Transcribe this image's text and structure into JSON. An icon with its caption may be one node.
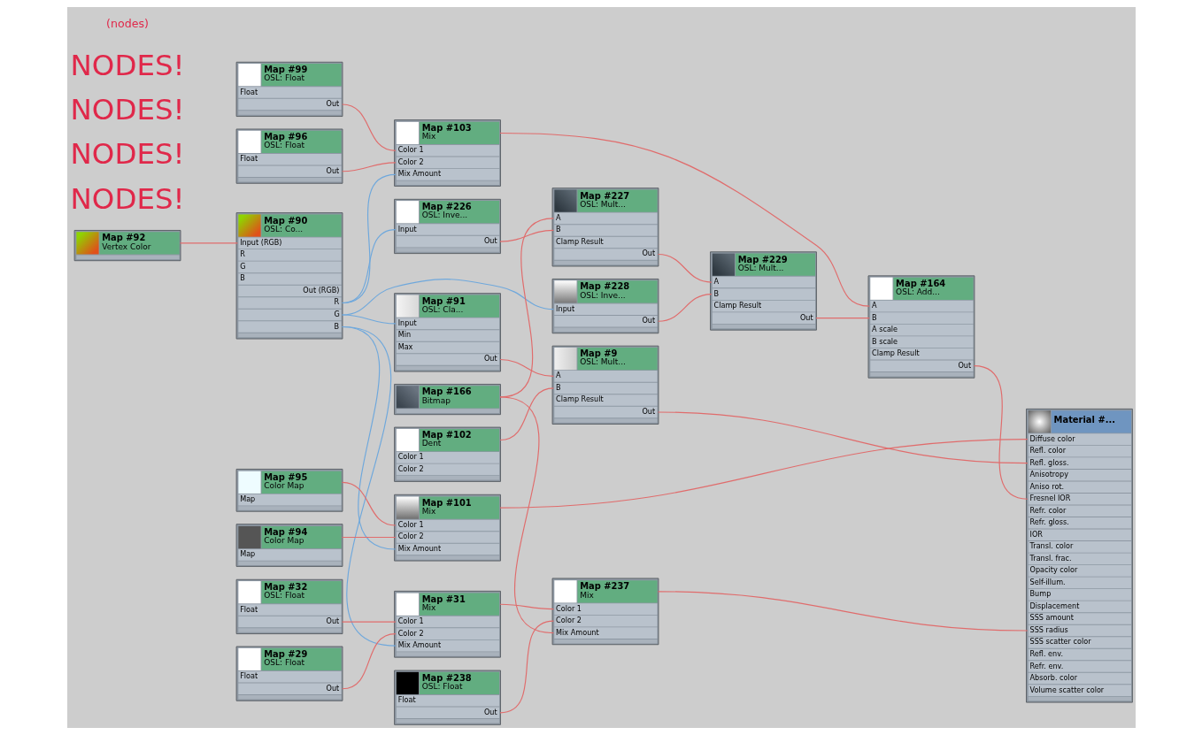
{
  "diagram": {
    "nodes": [
      {
        "text": [
          "Map #92",
          "Vertex Color"
        ]
      },
      {
        "text": [
          "Map #90",
          "OSL: Co...",
          "Input (RGB)",
          "R",
          "G",
          "B",
          "Out (RGB)",
          "R",
          "G",
          "B"
        ]
      },
      {
        "text": [
          "Map #226",
          "OSL: Inve...",
          "Input",
          "Out"
        ]
      },
      {
        "text": [
          "Map #166",
          "Bitmap"
        ]
      },
      {
        "text": [
          "Map #99",
          "OSL: Float",
          "Float",
          "Out"
        ]
      },
      {
        "text": [
          "Map #96",
          "OSL: Float",
          "Float",
          "Out"
        ]
      },
      {
        "text": [
          "Map #227",
          "OSL: Mult...",
          "A",
          "B",
          "Clamp Result",
          "Out"
        ]
      },
      {
        "text": [
          "Map #228",
          "OSL: Inve...",
          "Input",
          "Out"
        ]
      },
      {
        "text": [
          "Map #32",
          "OSL: Float",
          "Float",
          "Out"
        ]
      },
      {
        "text": [
          "Map #29",
          "OSL: Float",
          "Float",
          "Out"
        ]
      },
      {
        "text": [
          "Map #95",
          "Color Map",
          "Map"
        ]
      },
      {
        "text": [
          "Map #94",
          "Color Map",
          "Map"
        ]
      },
      {
        "text": [
          "Map #91",
          "OSL: Cla...",
          "Input",
          "Min",
          "Max",
          "Out"
        ]
      },
      {
        "text": [
          "Map #102",
          "Dent",
          "Color 1",
          "Color 2"
        ]
      },
      {
        "text": [
          "Map #103",
          "Mix",
          "Color 1",
          "Color 2",
          "Mix Amount"
        ]
      },
      {
        "text": [
          "Map #229",
          "OSL: Mult...",
          "A",
          "B",
          "Clamp Result",
          "Out"
        ]
      },
      {
        "text": [
          "Map #31",
          "Mix",
          "Color 1",
          "Color 2",
          "Mix Amount"
        ]
      },
      {
        "text": [
          "Map #238",
          "OSL: Float",
          "Float",
          "Out"
        ]
      },
      {
        "text": [
          "Map #101",
          "Mix",
          "Color 1",
          "Color 2",
          "Mix Amount"
        ]
      },
      {
        "text": [
          "Map #9",
          "OSL: Mult...",
          "A",
          "B",
          "Clamp Result",
          "Out"
        ]
      },
      {
        "text": [
          "Map #164",
          "OSL: Add...",
          "A",
          "B",
          "A scale",
          "B scale",
          "Clamp Result",
          "Out"
        ]
      },
      {
        "text": [
          "Map #237",
          "Mix",
          "Color 1",
          "Color 2",
          "Mix Amount"
        ]
      },
      {
        "text": [
          "Material #...",
          "Diffuse color",
          "Refl. color",
          "Refl. gloss.",
          "Anisotropy",
          "Aniso rot.",
          "Fresnel IOR",
          "Refr. color",
          "Refr. gloss.",
          "IOR",
          "Transl. color",
          "Transl. frac.",
          "Opacity color",
          "Self-illum.",
          "Bump",
          "Displacement",
          "SSS amount",
          "SSS radius",
          "SSS scatter color",
          "Refl. env.",
          "Refr. env.",
          "Absorb. color",
          "Volume scatter color"
        ]
      }
    ],
    "edges": [
      {
        "from": 0,
        "to": 1,
        "arrow": "none"
      },
      {
        "from": 1,
        "to": 2,
        "arrow": "none",
        "color": "#6fa8dc"
      },
      {
        "from": 1,
        "to": 12,
        "arrow": "none",
        "color": "#6fa8dc"
      },
      {
        "from": 1,
        "to": 18,
        "arrow": "none",
        "color": "#6fa8dc"
      },
      {
        "from": 1,
        "to": 14,
        "arrow": "none",
        "color": "#6fa8dc"
      },
      {
        "from": 1,
        "to": 7,
        "arrow": "none",
        "color": "#6fa8dc"
      },
      {
        "from": 1,
        "to": 16,
        "arrow": "none",
        "color": "#6fa8dc"
      },
      {
        "from": 2,
        "to": 6,
        "arrow": "none"
      },
      {
        "from": 3,
        "to": 6,
        "arrow": "none"
      },
      {
        "from": 3,
        "to": 21,
        "arrow": "none"
      },
      {
        "from": 4,
        "to": 14,
        "arrow": "none"
      },
      {
        "from": 5,
        "to": 14,
        "arrow": "none"
      },
      {
        "from": 6,
        "to": 15,
        "arrow": "none"
      },
      {
        "from": 7,
        "to": 15,
        "arrow": "none"
      },
      {
        "from": 8,
        "to": 16,
        "arrow": "none"
      },
      {
        "from": 9,
        "to": 16,
        "arrow": "none"
      },
      {
        "from": 10,
        "to": 18,
        "arrow": "none"
      },
      {
        "from": 11,
        "to": 18,
        "arrow": "none"
      },
      {
        "from": 12,
        "to": 19,
        "arrow": "none"
      },
      {
        "from": 13,
        "to": 19,
        "arrow": "none"
      },
      {
        "from": 14,
        "to": 20,
        "arrow": "none"
      },
      {
        "from": 15,
        "to": 20,
        "arrow": "none"
      },
      {
        "from": 16,
        "to": 21,
        "arrow": "none"
      },
      {
        "from": 17,
        "to": 21,
        "arrow": "none"
      },
      {
        "from": 18,
        "to": 22,
        "arrow": "none"
      },
      {
        "from": 19,
        "to": 22,
        "arrow": "none"
      },
      {
        "from": 20,
        "to": 22,
        "arrow": "none"
      },
      {
        "from": 21,
        "to": 22,
        "arrow": "none"
      }
    ],
    "labels": [
      "NODES!",
      "NODES!",
      "NODES!",
      "NODES!",
      "(nodes)"
    ]
  }
}
